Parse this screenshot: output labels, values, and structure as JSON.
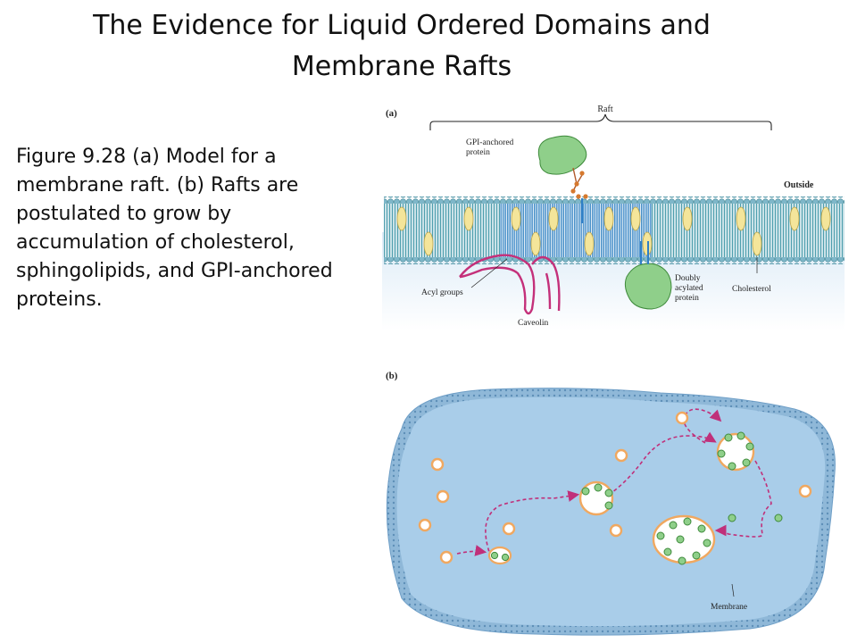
{
  "slide": {
    "title_line1": "The Evidence for Liquid Ordered Domains and",
    "title_line2": "Membrane Rafts",
    "caption_lines": [
      "Figure 9.28 (a) Model for a",
      "membrane raft. (b) Rafts are",
      "postulated to grow by",
      "accumulation of cholesterol,",
      "sphingolipids, and GPI-anchored",
      "proteins."
    ]
  },
  "panel_a": {
    "label": "(a)",
    "raft_label": "Raft",
    "outside_label": "Outside",
    "gpi_label_line1": "GPI-anchored",
    "gpi_label_line2": "protein",
    "acyl_label": "Acyl groups",
    "caveolin_label": "Caveolin",
    "doubly_line1": "Doubly",
    "doubly_line2": "acylated",
    "doubly_line3": "protein",
    "cholesterol_label": "Cholesterol"
  },
  "panel_b": {
    "label": "(b)",
    "membrane_label": "Membrane"
  },
  "colors": {
    "membrane_teal": "#4f9fae",
    "lipid_head": "#7fb7c9",
    "cholesterol": "#f4e59a",
    "protein_green": "#8fcf8a",
    "caveolin_pink": "#c4307a",
    "raft_blue": "#2f7fc6",
    "cell_blue": "#a9cde9",
    "vesicle_orange": "#f0a860",
    "arrow_magenta": "#c0307a"
  }
}
